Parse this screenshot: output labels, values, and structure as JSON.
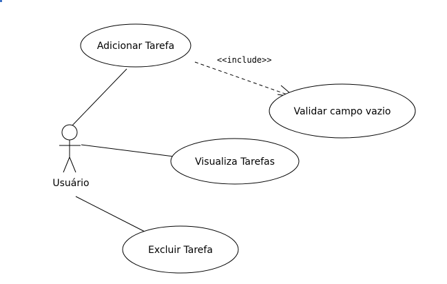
{
  "diagram": {
    "actor": {
      "label": "Usuário"
    },
    "use_cases": {
      "adicionar": "Adicionar Tarefa",
      "validar": "Validar campo vazio",
      "visualiza": "Visualiza Tarefas",
      "excluir": "Excluir Tarefa"
    },
    "relations": {
      "include_label": "<<include>>"
    }
  },
  "colors": {
    "stroke": "#000000",
    "fill": "#ffffff",
    "corner_mark": "#3a6fc4"
  }
}
